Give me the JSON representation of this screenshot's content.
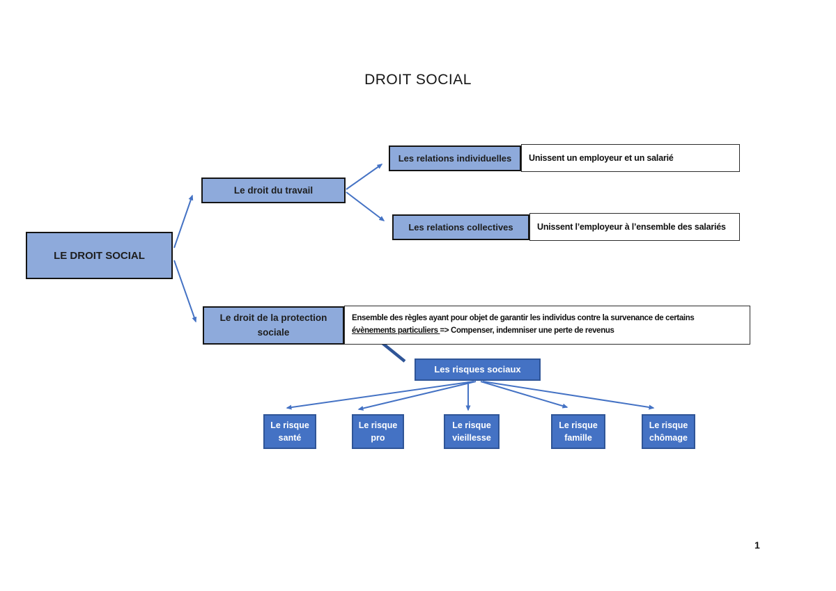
{
  "page": {
    "title": "DROIT SOCIAL",
    "page_number": "1"
  },
  "colors": {
    "light_box_fill": "#8EAADB",
    "light_box_border": "#141414",
    "dark_box_fill": "#4472C4",
    "dark_box_border": "#2F5597",
    "arrow": "#4472C4",
    "thick_connector": "#2F5597"
  },
  "diagram": {
    "root": {
      "label": "LE DROIT SOCIAL"
    },
    "droit_du_travail": {
      "label": "Le droit du travail"
    },
    "relations_individuelles": {
      "label": "Les relations individuelles",
      "definition": "Unissent un employeur et un salarié"
    },
    "relations_collectives": {
      "label": "Les relations collectives",
      "definition": "Unissent l’employeur à l’ensemble des salariés"
    },
    "protection_sociale": {
      "label": "Le droit de la protection sociale",
      "definition_before": "Ensemble des règles ayant pour objet de garantir les individus contre la survenance de certains",
      "definition_underlined": "évènements particuliers ",
      "definition_after": "=> Compenser, indemniser une perte de revenus"
    },
    "risques_sociaux": {
      "label": "Les risques sociaux"
    },
    "risques": [
      {
        "label": "Le risque santé"
      },
      {
        "label": "Le risque pro"
      },
      {
        "label": "Le risque vieillesse"
      },
      {
        "label": "Le risque famille"
      },
      {
        "label": "Le risque chômage"
      }
    ]
  }
}
